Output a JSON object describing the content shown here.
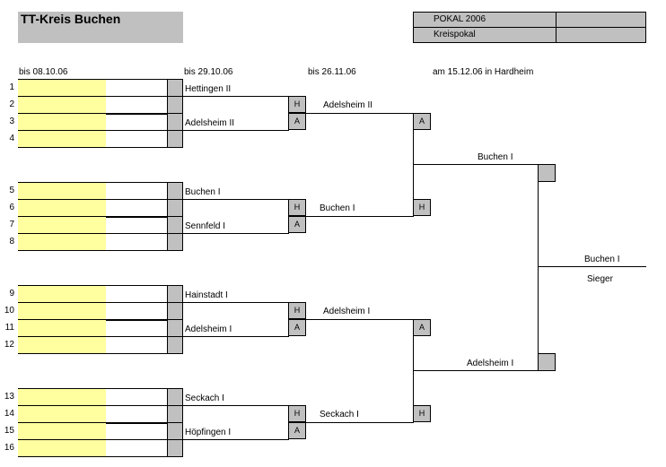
{
  "header": {
    "title": "TT-Kreis Buchen",
    "pokal_label": "POKAL 2006",
    "kreispokal_label": "Kreispokal"
  },
  "columns": {
    "round1": "bis  08.10.06",
    "round2": "bis  29.10.06",
    "round3": "bis  26.11.06",
    "final": "am  15.12.06 in Hardheim"
  },
  "slot_numbers": [
    "1",
    "2",
    "3",
    "4",
    "5",
    "6",
    "7",
    "8",
    "9",
    "10",
    "11",
    "12",
    "13",
    "14",
    "15",
    "16"
  ],
  "round2_teams": [
    "Hettingen II",
    "Adelsheim  II",
    "Buchen I",
    "Sennfeld I",
    "Hainstadt I",
    "Adelsheim  I",
    "Seckach I",
    "Höpfingen I"
  ],
  "round3_winners": [
    "Adelsheim II",
    "Buchen I",
    "Adelsheim I",
    "Seckach I"
  ],
  "semifinal_winners": [
    "Buchen I",
    "Adelsheim I"
  ],
  "champion": "Buchen I",
  "sieger_label": "Sieger",
  "home_label": "H",
  "away_label": "A"
}
